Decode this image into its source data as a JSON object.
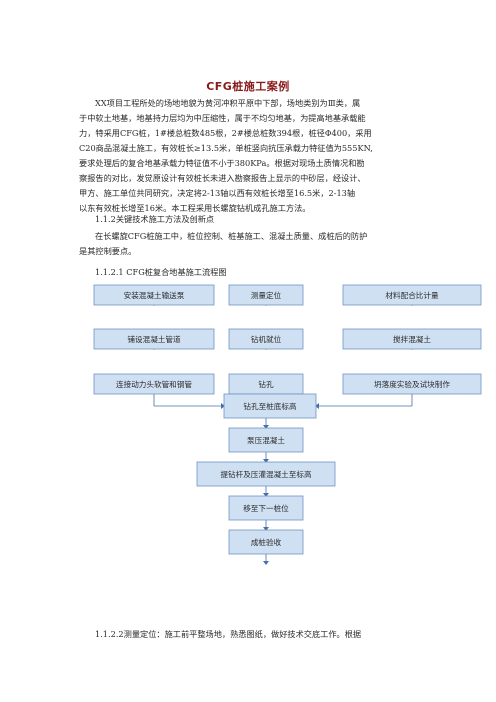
{
  "document": {
    "title": "CFG桩施工案例",
    "intro_lines": [
      "XX项目工程所处的场地地貌为黄河冲积平原中下部，场地类别为Ⅲ类，属",
      "于中软土地基，地基持力层均为中压缩性，属于不均匀地基，为提高地基承载能",
      "力，特采用CFG桩，1#楼总桩数485根，2#楼总桩数394根，桩径Φ400，采用",
      "C20商品混凝土施工，有效桩长≥13.5米，单桩竖向抗压承载力特征值为555KN,",
      "要求处理后的复合地基承载力特征值不小于380KPa。根据对现场土质情况和勘",
      "察报告的对比，发觉原设计有效桩长未进入勘察报告上显示的中砂层，经设计、",
      "甲方、施工单位共同研究，决定将2-13轴以西有效桩长增至16.5米，2-13轴",
      "以东有效桩长增至16米。本工程采用长螺旋钻机成孔施工方法。"
    ],
    "section_heading": "1.1.2关键技术施工方法及创新点",
    "section_lines": [
      "在长螺旋CFG桩施工中，桩位控制、桩基施工、混凝土质量、成桩后的防护",
      "是其控制要点。"
    ],
    "subsection_heading": "1.1.2.1 CFG桩复合地基施工流程图",
    "footer_line": "1.1.2.2测量定位：施工前平整场地，熟悉图纸，做好技术交底工作。根据"
  },
  "flowchart": {
    "left_column": [
      "安装混凝土输送泵",
      "铺设混凝土管道",
      "连接动力头软管和钢管"
    ],
    "center_column": [
      "测量定位",
      "钻机就位",
      "钻孔"
    ],
    "right_column": [
      "材料配合比计量",
      "搅拌混凝土",
      "坍落度实验及试块制作"
    ],
    "main_steps": [
      "钻孔至桩底标高",
      "泵压混凝土",
      "提钻杆及压灌混凝土至标高",
      "移至下一桩位",
      "成桩验收"
    ]
  }
}
